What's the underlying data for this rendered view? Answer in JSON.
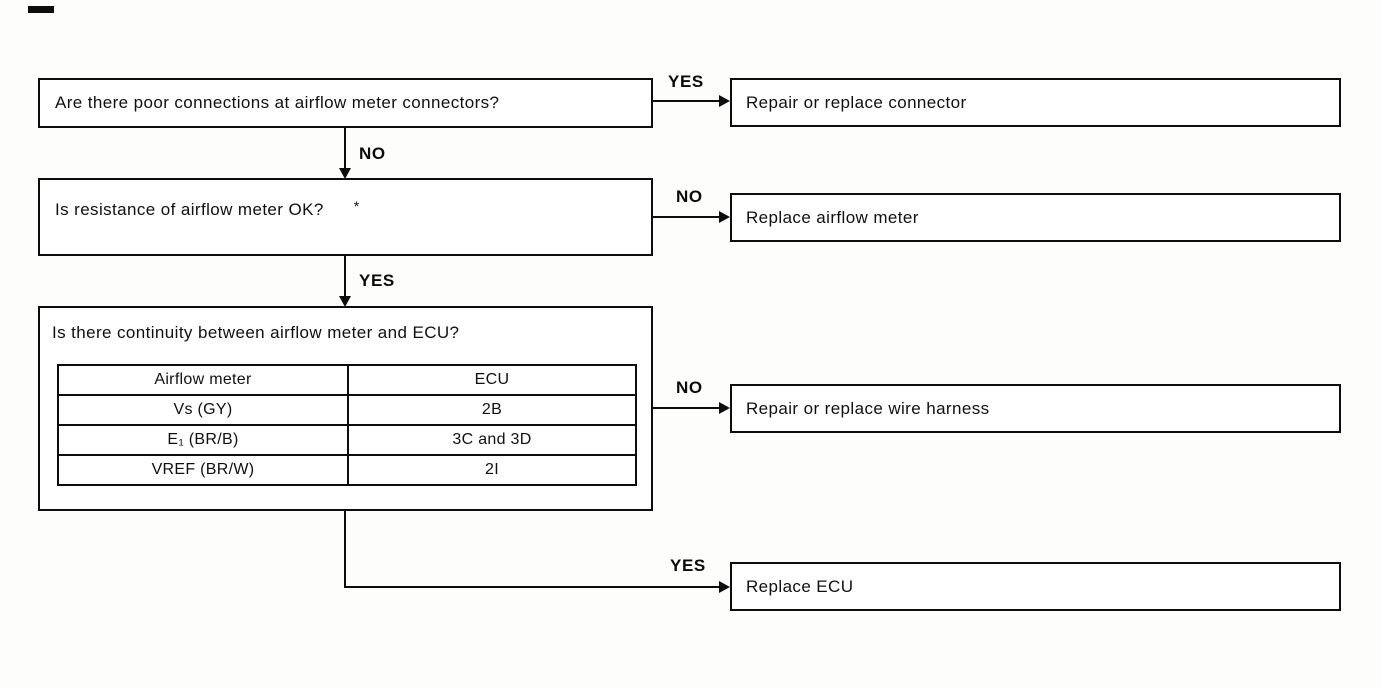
{
  "flowchart": {
    "q1": {
      "text": "Are there poor connections at airflow meter connectors?",
      "yes_label": "YES",
      "no_label": "NO"
    },
    "q2": {
      "text": "Is resistance of airflow meter OK?",
      "note": "*",
      "no_label": "NO",
      "yes_label": "YES"
    },
    "q3": {
      "text": "Is there continuity between airflow meter and ECU?",
      "no_label": "NO",
      "yes_label": "YES"
    },
    "a1": {
      "text": "Repair or replace connector"
    },
    "a2": {
      "text": "Replace airflow meter"
    },
    "a3": {
      "text": "Repair or replace wire harness"
    },
    "a4": {
      "text": "Replace ECU"
    },
    "table": {
      "headers": [
        "Airflow meter",
        "ECU"
      ],
      "rows": [
        [
          "Vs (GY)",
          "2B"
        ],
        [
          "E₁ (BR/B)",
          "3C and 3D"
        ],
        [
          "VREF (BR/W)",
          "2I"
        ]
      ]
    }
  }
}
